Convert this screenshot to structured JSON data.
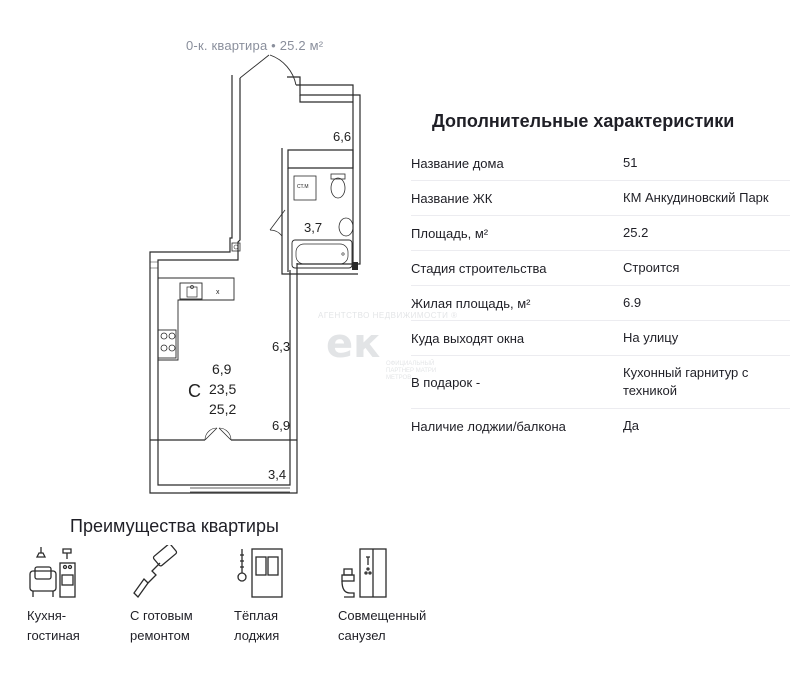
{
  "caption": "0-к. квартира • 25.2 м²",
  "plan": {
    "kitchen_area": "6,6",
    "bath_area": "3,7",
    "hall_area": "6,3",
    "room_letter": "С",
    "living_area": "6,9",
    "net_area": "23,5",
    "total_area": "25,2",
    "corridor_area": "6,9",
    "balcony_area": "3,4",
    "washer_label": "СТ.М",
    "x_mark": "x"
  },
  "watermark": {
    "top": "АГЕНТСТВО НЕДВИЖИМОСТИ ®",
    "logo": "ек",
    "sub": "ОФИЦИАЛЬНЫЙ ПАРТНЕР МАТРИ МЕТРОВ"
  },
  "characteristics": {
    "title": "Дополнительные характеристики",
    "rows": [
      {
        "key": "Название дома",
        "value": "51"
      },
      {
        "key": "Название ЖК",
        "value": "КМ Анкудиновский Парк"
      },
      {
        "key": "Площадь, м²",
        "value": "25.2"
      },
      {
        "key": "Стадия строительства",
        "value": "Строится"
      },
      {
        "key": "Жилая площадь, м²",
        "value": "6.9"
      },
      {
        "key": "Куда выходят окна",
        "value": "На улицу"
      },
      {
        "key": "В подарок -",
        "value": "Кухонный гарнитур с техникой"
      },
      {
        "key": "Наличие лоджии/балкона",
        "value": "Да"
      }
    ]
  },
  "advantages": {
    "title": "Преимущества квартиры",
    "items": [
      {
        "icon": "kitchen-living-icon",
        "label_1": "Кухня-",
        "label_2": "гостиная"
      },
      {
        "icon": "paint-roller-icon",
        "label_1": "С готовым",
        "label_2": "ремонтом"
      },
      {
        "icon": "warm-loggia-icon",
        "label_1": "Тёплая",
        "label_2": "лоджия"
      },
      {
        "icon": "combined-bathroom-icon",
        "label_1": "Совмещенный",
        "label_2": "санузел"
      }
    ]
  }
}
